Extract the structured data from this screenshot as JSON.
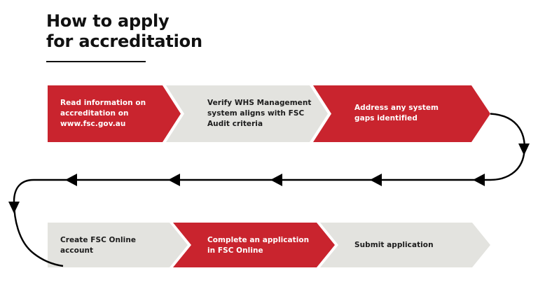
{
  "document": {
    "title_lines": [
      "How to apply",
      "for accreditation"
    ],
    "title_full": "How to apply for accreditation"
  },
  "palette": {
    "red": "#C9242E",
    "grey": "#E3E3DF",
    "text_dark": "#1c1c1c",
    "text_light": "#ffffff",
    "line": "#000000",
    "background": "#ffffff"
  },
  "flow": {
    "direction_top_row": "left-to-right",
    "direction_bottom_row": "left-to-right",
    "return_path_direction": "right-to-left",
    "top_row": [
      {
        "order": 1,
        "text": "Read information on\naccreditation on\nwww.fsc.gov.au",
        "fill": "red",
        "shape": "rectangle-to-chevron"
      },
      {
        "order": 2,
        "text": "Verify WHS Management\nsystem aligns with FSC\nAudit criteria",
        "fill": "grey",
        "shape": "chevron"
      },
      {
        "order": 3,
        "text": "Address any system\ngaps identified",
        "fill": "red",
        "shape": "chevron"
      }
    ],
    "bottom_row": [
      {
        "order": 4,
        "text": "Create FSC Online\naccount",
        "fill": "grey",
        "shape": "rectangle-to-chevron"
      },
      {
        "order": 5,
        "text": "Complete an application\nin FSC Online",
        "fill": "red",
        "shape": "chevron"
      },
      {
        "order": 6,
        "text": "Submit application",
        "fill": "grey",
        "shape": "chevron"
      }
    ],
    "connector_arrow_count": 5
  }
}
